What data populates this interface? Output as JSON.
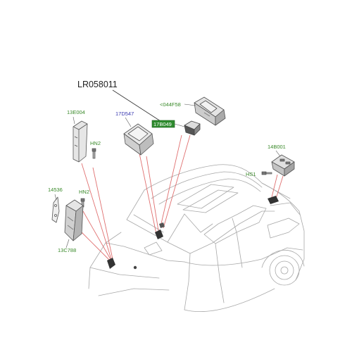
{
  "part_number": "LR058011",
  "labels": {
    "l13e004": "13E004",
    "l17d547": "17D547",
    "l17b049": "17B049",
    "l044f58": "<044F58",
    "l14b001": "14B001",
    "lhn2_a": "HN2",
    "lhn2_b": "HN2",
    "lhs1": "HS1",
    "l14536": "14536",
    "l13c788": "13C788"
  },
  "colors": {
    "label_green": "#3a8a2a",
    "label_blue": "#3a3ab0",
    "highlight_fill": "#2e8b2e",
    "leader_red": "#e07070",
    "outline": "#9a9a9a",
    "part": "#555555"
  }
}
